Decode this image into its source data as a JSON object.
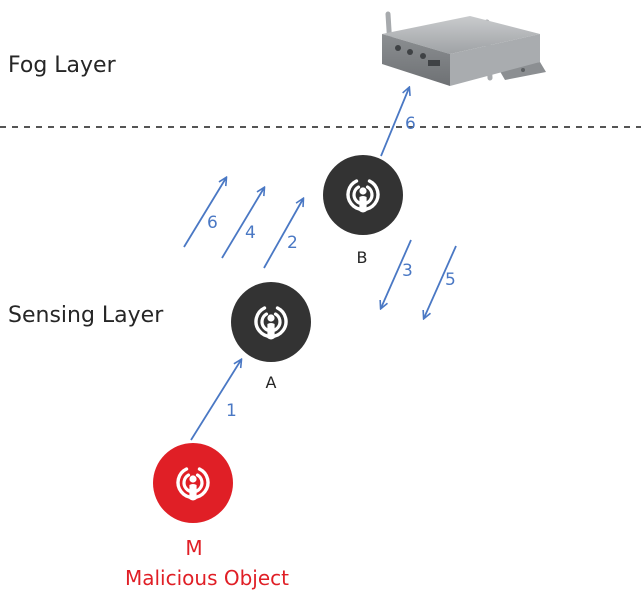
{
  "layers": {
    "fog": "Fog Layer",
    "sensing": "Sensing Layer"
  },
  "nodes": {
    "a": {
      "label": "A"
    },
    "b": {
      "label": "B"
    },
    "m": {
      "label": "M",
      "caption": "Malicious Object"
    }
  },
  "steps": {
    "m_to_a": "1",
    "a_to_b": "2",
    "b_down_1": "3",
    "left_up_1": "4",
    "b_down_2": "5",
    "left_up_2": "6",
    "b_to_fog": "6"
  },
  "icons": {
    "sensor": "broadcast-sensor-icon",
    "gateway": "fog-gateway-device-icon",
    "arrow": "arrow-icon"
  },
  "colors": {
    "node": "#333333",
    "malicious": "#e01f26",
    "arrow": "#4a78c4",
    "dash": "#555555"
  }
}
